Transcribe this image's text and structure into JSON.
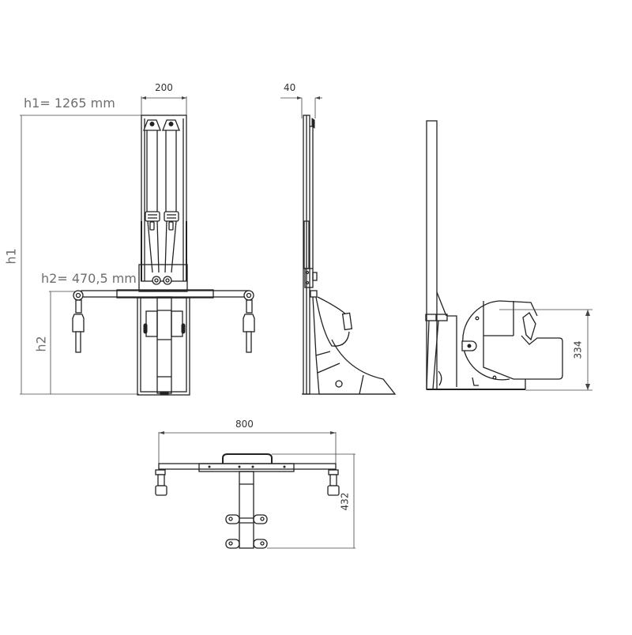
{
  "drawing": {
    "front_view": {
      "width_dim": "200",
      "h1_label": "h1= 1265 mm",
      "h1_axis": "h1",
      "h2_label": "h2= 470,5 mm",
      "h2_axis": "h2"
    },
    "side_view_folded": {
      "depth_dim": "40"
    },
    "side_view_open": {
      "height_dim": "334"
    },
    "top_view": {
      "width_dim": "800",
      "depth_dim": "432"
    },
    "colors": {
      "line": "#222222",
      "dimension_text": "#333333",
      "annotation_text": "#6e6e6e",
      "background": "#ffffff"
    }
  }
}
